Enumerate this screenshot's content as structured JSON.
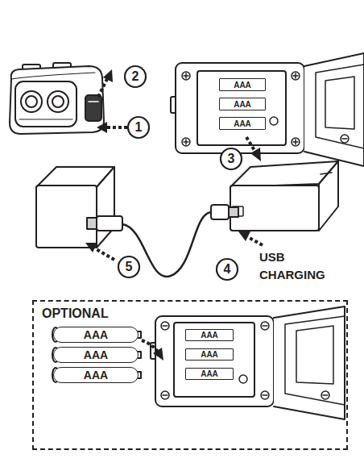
{
  "diagram": {
    "nodes": [
      {
        "text": [
          "AAA"
        ]
      },
      {
        "text": [
          "AAA"
        ]
      },
      {
        "text": [
          "AAA"
        ]
      },
      {
        "text": [
          "OPTIONAL"
        ]
      },
      {
        "text": [
          "AAA"
        ],
        "in": 3
      },
      {
        "text": [
          "AAA"
        ],
        "in": 3
      },
      {
        "text": [
          "AAA"
        ],
        "in": 3
      },
      {
        "text": [
          "AAA"
        ],
        "in": 3
      },
      {
        "text": [
          "AAA"
        ],
        "in": 3
      },
      {
        "text": [
          "AAA"
        ],
        "in": 3
      }
    ],
    "labels": [
      "2",
      "1",
      "3",
      "5",
      "4",
      "USB CHARGING"
    ]
  }
}
